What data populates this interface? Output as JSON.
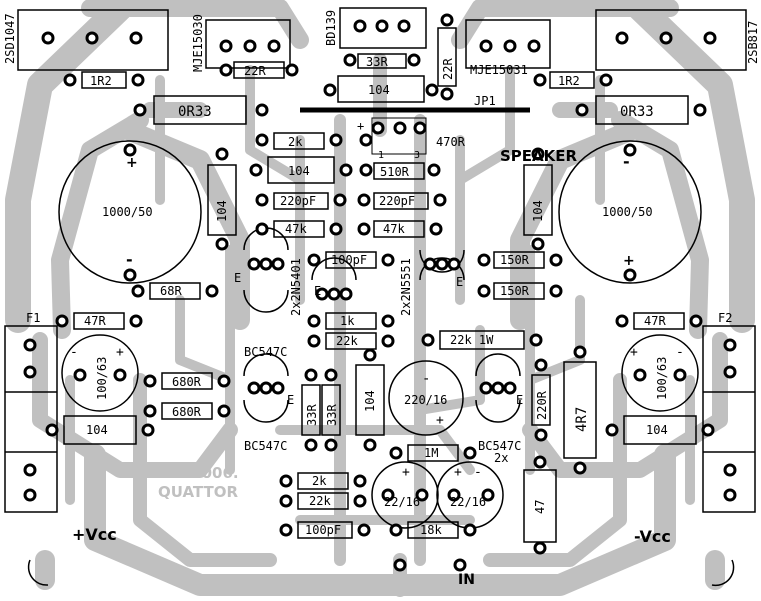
{
  "board": {
    "date": "08.08.2006.",
    "author": "QUATTOR",
    "copper_color": "#c0c0c0",
    "ink_color": "#000000",
    "paper_color": "#ffffff"
  },
  "connectors": {
    "vcc_pos": "+Vcc",
    "vcc_neg": "-Vcc",
    "input": "IN",
    "speaker": "SPEAKER",
    "jumper": "JP1",
    "jumper_pin1": "1",
    "jumper_pin3": "3"
  },
  "fuses": {
    "f1": "F1",
    "f2": "F2"
  },
  "transistors": {
    "out_left": "2SD1047",
    "out_right": "2SB817",
    "driver_left": "MJE15030",
    "driver_right": "MJE15031",
    "vbe": "BD139",
    "diff_left": "2x2N5401",
    "diff_right": "2x2N5551",
    "bc_top": "BC547C",
    "bc_bottom": "BC547C",
    "bc_right": "BC547C",
    "bc_right_qty": "2x",
    "emitter": "E"
  },
  "resistors": {
    "r_1r2_left": "1R2",
    "r_1r2_right": "1R2",
    "r_22r_top": "22R",
    "r_33r": "33R",
    "r_22r_vert": "22R",
    "r_0r33_left": "0R33",
    "r_0r33_right": "0R33",
    "r_2k_top": "2k",
    "r_470r": "470R",
    "r_510r": "510R",
    "r_47k_left": "47k",
    "r_47k_right": "47k",
    "r_150r_a": "150R",
    "r_150r_b": "150R",
    "r_68r": "68R",
    "r_47r_left": "47R",
    "r_47r_right": "47R",
    "r_1k": "1k",
    "r_22k": "22k",
    "r_22k_1w": "22k 1W",
    "r_680r_a": "680R",
    "r_680r_b": "680R",
    "r_33r_v1": "33R",
    "r_33r_v2": "33R",
    "r_220r": "220R",
    "r_4r7": "4R7",
    "r_1m": "1M",
    "r_2k_bottom": "2k",
    "r_22k_bottom": "22k",
    "r_18k": "18k",
    "r_47_vert": "47"
  },
  "capacitors": {
    "c_104_top": "104",
    "c_104_a": "104",
    "c_104_left_v": "104",
    "c_104_right_v": "104",
    "c_104_mid_v": "104",
    "c_104_f1": "104",
    "c_104_f2": "104",
    "c_220pf_left": "220pF",
    "c_220pf_right": "220pF",
    "c_100pf_top": "100pF",
    "c_100pf_bottom": "100pF",
    "c_1000_left": "1000/50",
    "c_1000_right": "1000/50",
    "c_100_63_left": "100/63",
    "c_100_63_right": "100/63",
    "c_220_16": "220/16",
    "c_22_16_a": "22/16",
    "c_22_16_b": "22/16"
  },
  "polarity": {
    "plus": "+",
    "minus": "-"
  }
}
